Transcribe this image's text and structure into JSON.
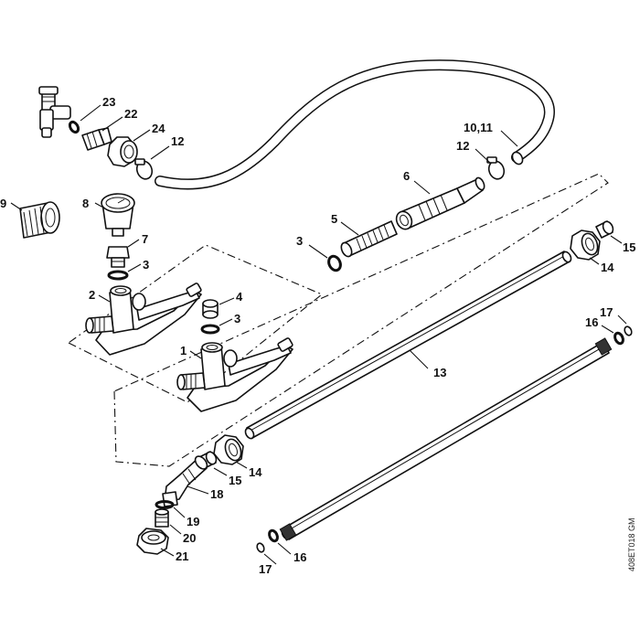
{
  "diagram_code": "408ET018 GM",
  "labels": {
    "l23": "23",
    "l22": "22",
    "l24": "24",
    "l12a": "12",
    "l9": "9",
    "l8": "8",
    "l7": "7",
    "l3a": "3",
    "l2": "2",
    "l4": "4",
    "l3b": "3",
    "l1": "1",
    "l1011": "10,11",
    "l12b": "12",
    "l6": "6",
    "l5": "5",
    "l3c": "3",
    "l15a": "15",
    "l14a": "14",
    "l17a": "17",
    "l16a": "16",
    "l13": "13",
    "l14b": "14",
    "l15b": "15",
    "l18": "18",
    "l19": "19",
    "l20": "20",
    "l21": "21",
    "l16b": "16",
    "l17b": "17"
  }
}
